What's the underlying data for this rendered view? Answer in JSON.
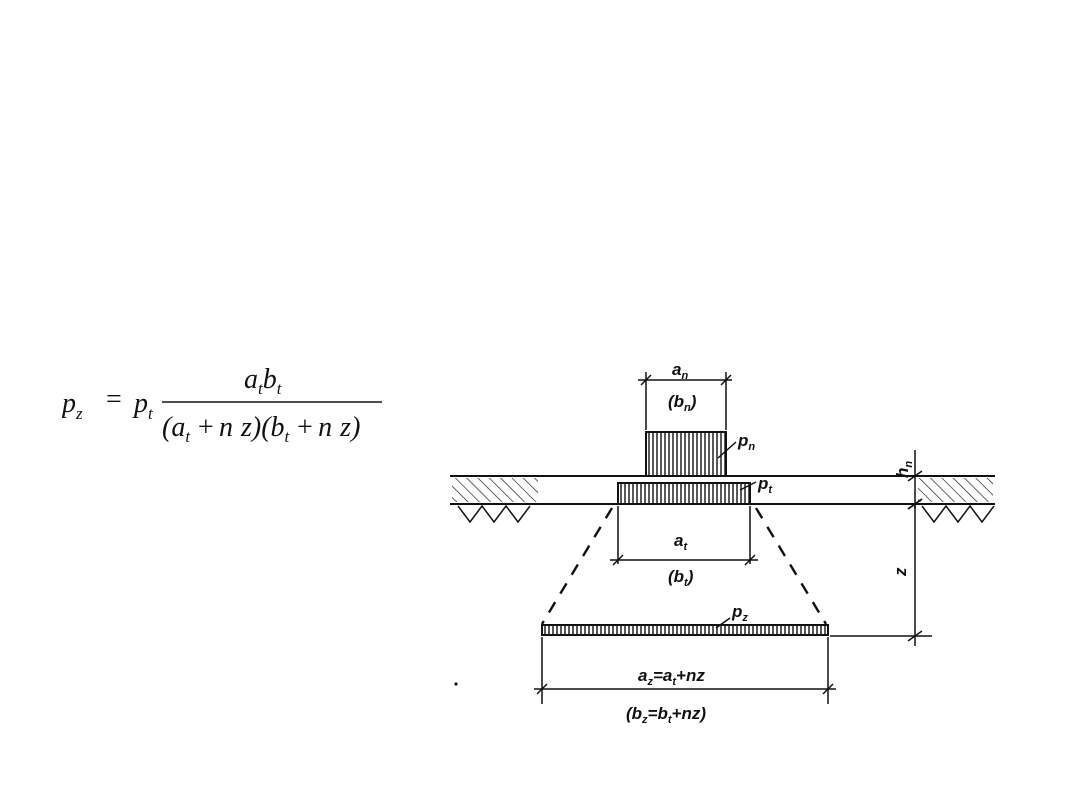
{
  "formula": {
    "lhs_base": "p",
    "lhs_sub": "z",
    "equals": "=",
    "coef_base": "p",
    "coef_sub": "t",
    "num_a": "a",
    "num_a_sub": "t",
    "num_b": "b",
    "num_b_sub": "t",
    "den_open1": "(",
    "den_a": "a",
    "den_a_sub": "t",
    "den_plus1": "+",
    "den_n1": "n",
    "den_z1": "z",
    "den_close1": ")",
    "den_open2": "(",
    "den_b": "b",
    "den_b_sub": "t",
    "den_plus2": "+",
    "den_n2": "n",
    "den_z2": "z",
    "den_close2": ")"
  },
  "diagram": {
    "an": "a",
    "an_sub": "n",
    "bn_open": "(b",
    "bn_sub": "n",
    "bn_close": ")",
    "pn": "p",
    "pn_sub": "n",
    "hn": "h",
    "hn_sub": "n",
    "pt": "p",
    "pt_sub": "t",
    "at": "a",
    "at_sub": "t",
    "bt_open": "(b",
    "bt_sub": "t",
    "bt_close": ")",
    "z": "z",
    "pz": "p",
    "pz_sub": "z",
    "az_a": "a",
    "az_a_sub": "z",
    "az_eq": "=a",
    "az_t_sub": "t",
    "az_rest": "+nz",
    "bz_open": "(b",
    "bz_b_sub": "z",
    "bz_eq": "=b",
    "bz_t_sub": "t",
    "bz_rest": "+nz)"
  }
}
